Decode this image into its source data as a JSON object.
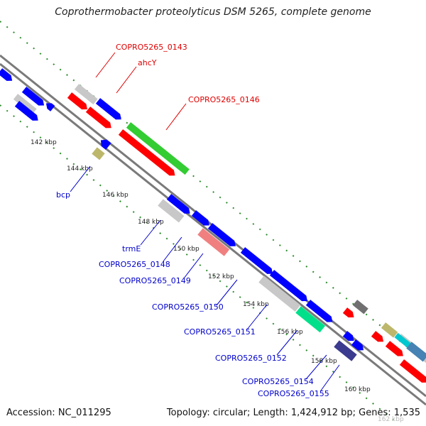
{
  "title": "Coprothermobacter proteolyticus DSM 5265, complete genome",
  "footer": {
    "accession": "Accession: NC_011295",
    "topology": "Topology: circular; Length: 1,424,912 bp; Genes: 1,535"
  },
  "colors": {
    "backbone": "#7a7a7a",
    "tick_dots": "#2e8b2e",
    "label_red": "#e00000",
    "label_blue": "#0000cc",
    "gene_blue": "#0000ff",
    "gene_red": "#ff0000",
    "gene_gray": "#c8c8c8",
    "gene_green": "#33cc33",
    "gene_pink": "#f08080",
    "gene_khaki": "#bdb76b",
    "gene_navy": "#3b3b8f",
    "gene_mint": "#00e08a",
    "gene_darkgray": "#707070",
    "gene_teal": "#00c8d0",
    "gene_steel": "#4682b4"
  },
  "kbp_ticks": [
    "142 kbp",
    "144 kbp",
    "146 kbp",
    "148 kbp",
    "150 kbp",
    "152 kbp",
    "154 kbp",
    "156 kbp",
    "158 kbp",
    "160 kbp",
    "162 kbp"
  ],
  "gene_labels": {
    "copro_0143": "COPRO5265_0143",
    "ahcy": "ahcY",
    "copro_0146": "COPRO5265_0146",
    "bcp": "bcp",
    "trme": "trmE",
    "copro_0148": "COPRO5265_0148",
    "copro_0149": "COPRO5265_0149",
    "copro_0150": "COPRO5265_0150",
    "copro_0151": "COPRO5265_0151",
    "copro_0152": "COPRO5265_0152",
    "copro_0154": "COPRO5265_0154",
    "copro_0155": "COPRO5265_0155"
  }
}
